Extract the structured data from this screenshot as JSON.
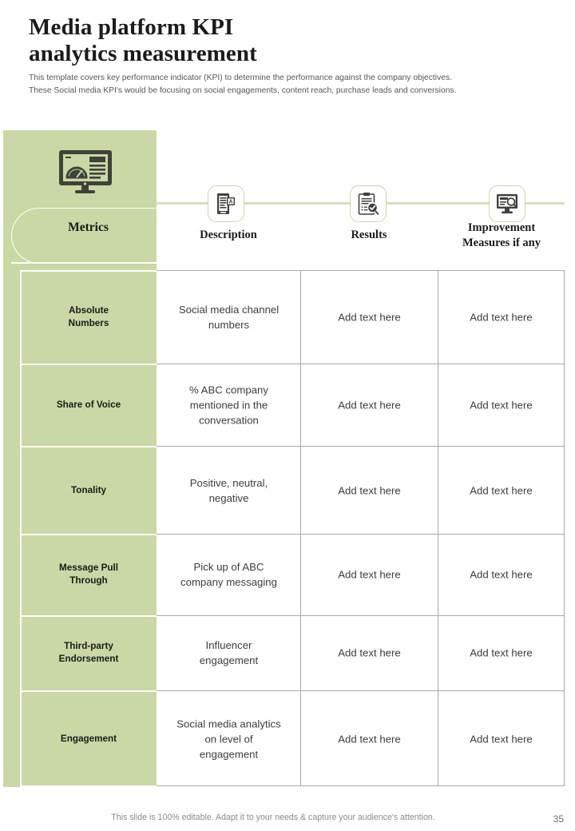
{
  "slide": {
    "title_line_1": "Media platform KPI",
    "title_line_2": "analytics measurement",
    "subtitle_line_1": "This template covers key performance indicator (KPI) to determine the performance against the company objectives.",
    "subtitle_line_2": "These Social media KPI's would be focusing on social engagements, content reach, purchase leads and conversions.",
    "footer_note": "This slide is 100% editable. Adapt it to your needs & capture your audience's attention.",
    "page_number": "35"
  },
  "colors": {
    "panel_green": "#c9d8a4",
    "connector_green": "#d6e0bb",
    "grid_gray": "#a9a9a9",
    "text_dark": "#1b1b1b",
    "text_body": "#3d3d3d",
    "footer_gray": "#8a8a8a"
  },
  "sidebar": {
    "icon": "dashboard-monitor-icon",
    "label": "Metrics"
  },
  "columns": [
    {
      "label": "Description",
      "icon": "document-report-icon"
    },
    {
      "label": "Results",
      "icon": "clipboard-check-icon"
    },
    {
      "label": "Improvement\nMeasures if any",
      "icon": "monitor-search-icon",
      "label_line_1": "Improvement",
      "label_line_2": "Measures if any"
    }
  ],
  "table": {
    "rows": [
      {
        "metric": "Absolute\nNumbers",
        "metric_line_1": "Absolute",
        "metric_line_2": "Numbers",
        "description": "Social media channel\nnumbers",
        "description_line_1": "Social media channel",
        "description_line_2": "numbers",
        "results": "Add text here",
        "improvement": "Add text here"
      },
      {
        "metric": "Share of Voice",
        "metric_line_1": "Share of Voice",
        "metric_line_2": "",
        "description": "% ABC company\nmentioned in the\nconversation",
        "description_line_1": "% ABC company",
        "description_line_2": "mentioned in the",
        "description_line_3": "conversation",
        "results": "Add text here",
        "improvement": "Add text here"
      },
      {
        "metric": "Tonality",
        "metric_line_1": "Tonality",
        "metric_line_2": "",
        "description": "Positive, neutral,\nnegative",
        "description_line_1": "Positive, neutral,",
        "description_line_2": "negative",
        "results": "Add text here",
        "improvement": "Add text here"
      },
      {
        "metric": "Message Pull\nThrough",
        "metric_line_1": "Message Pull",
        "metric_line_2": "Through",
        "description": "Pick up of ABC\ncompany messaging",
        "description_line_1": "Pick up of ABC",
        "description_line_2": "company messaging",
        "results": "Add text here",
        "improvement": "Add text here"
      },
      {
        "metric": "Third-party\nEndorsement",
        "metric_line_1": "Third-party",
        "metric_line_2": "Endorsement",
        "description": "Influencer\nengagement",
        "description_line_1": "Influencer",
        "description_line_2": "engagement",
        "results": "Add text here",
        "improvement": "Add text here"
      },
      {
        "metric": "Engagement",
        "metric_line_1": "Engagement",
        "metric_line_2": "",
        "description": "Social media analytics\non level of\nengagement",
        "description_line_1": "Social media analytics",
        "description_line_2": "on level of",
        "description_line_3": "engagement",
        "results": "Add text here",
        "improvement": "Add text here"
      }
    ]
  }
}
